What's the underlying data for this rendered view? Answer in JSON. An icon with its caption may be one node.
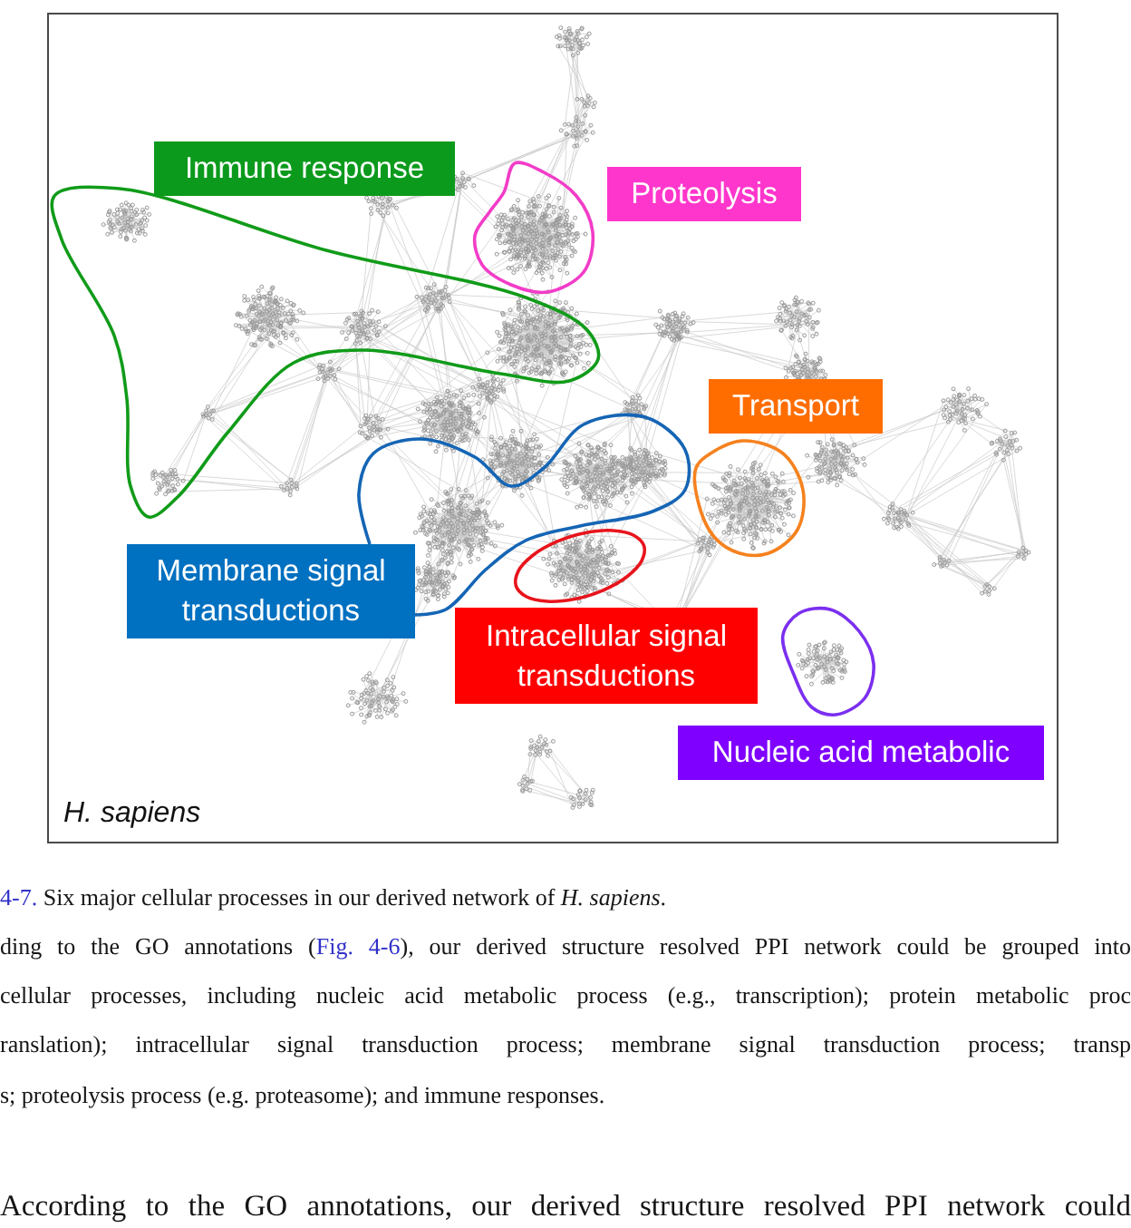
{
  "diagram": {
    "caption": "4-7. Six major cellular processes in our derived network of *H. sapiens*.",
    "nodes": [
      {
        "text": [
          "H. sapiens"
        ]
      },
      {
        "text": [
          "Immune response"
        ],
        "in": 0
      },
      {
        "text": [
          "Proteolysis"
        ],
        "in": 0
      },
      {
        "text": [
          "Transport"
        ],
        "in": 0
      },
      {
        "text": [
          "Membrane signal transductions"
        ],
        "in": 0
      },
      {
        "text": [
          "Intracellular signal transductions"
        ],
        "in": 0
      },
      {
        "text": [
          "Nucleic acid metabolic"
        ],
        "in": 0
      }
    ],
    "labels": [
      "ding to the GO annotations (Fig. 4-6), our derived structure resolved PPI network could be grouped into",
      "cellular processes, including nucleic acid metabolic process (e.g., transcription); protein metabolic proc",
      "ranslation); intracellular signal transduction process; membrane signal transduction process; transp",
      "s; proteolysis process (e.g. proteasome); and immune responses.",
      "According to the GO annotations, our derived structure resolved PPI network could"
    ]
  }
}
